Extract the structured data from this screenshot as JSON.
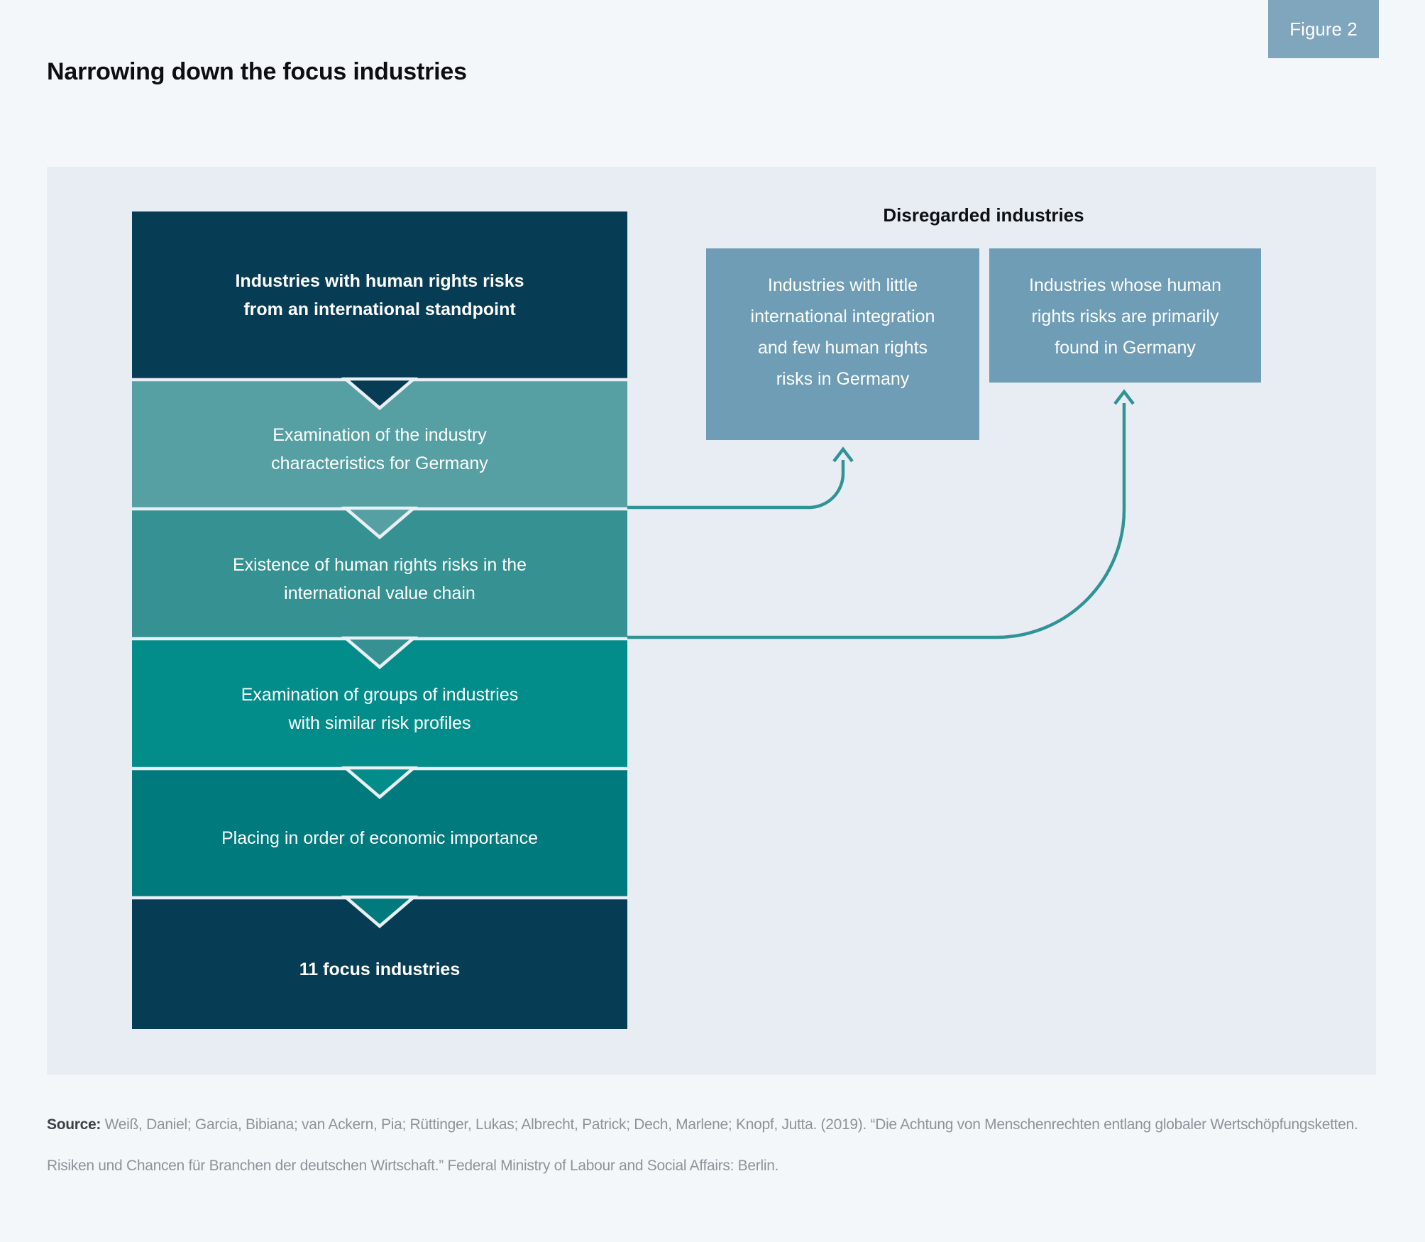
{
  "figure_label": "Figure 2",
  "title": "Narrowing down the focus industries",
  "funnel": {
    "steps": [
      {
        "text": "Industries with human rights risks\nfrom an international standpoint",
        "color": "#063d55",
        "bold": true
      },
      {
        "text": "Examination of the industry\ncharacteristics for Germany",
        "color": "#56a0a4",
        "bold": false
      },
      {
        "text": "Existence of human rights risks in the\ninternational value chain",
        "color": "#359192",
        "bold": false
      },
      {
        "text": "Examination of groups of industries\nwith similar risk profiles",
        "color": "#028c8a",
        "bold": false
      },
      {
        "text": "Placing in order of economic importance",
        "color": "#017a7d",
        "bold": false
      },
      {
        "text": "11 focus industries",
        "color": "#063d55",
        "bold": true
      }
    ]
  },
  "disregarded": {
    "heading": "Disregarded industries",
    "boxes": [
      {
        "text": "Industries with little\ninternational integration\nand few human rights\nrisks in Germany"
      },
      {
        "text": "Industries whose human\nrights risks are primarily\nfound in Germany"
      }
    ],
    "box_color": "#6e9db5"
  },
  "source": {
    "label": "Source:",
    "line1": " Weiß, Daniel; Garcia, Bibiana; van Ackern, Pia; Rüttinger, Lukas; Albrecht, Patrick; Dech, Marlene; Knopf, Jutta. (2019). “Die Achtung von Menschenrechten entlang globaler Wertschöpfungsketten.",
    "line2": "Risiken und Chancen für Branchen der deutschen Wirtschaft.” Federal Ministry of Labour and Social Affairs: Berlin."
  },
  "colors": {
    "page_background": "#f4f7fa",
    "panel_background": "#e8edf3",
    "navy": "#063d55",
    "step2_teal": "#56a0a4",
    "step3_teal": "#359192",
    "step4_teal": "#028c8a",
    "step5_teal": "#017a7d",
    "disregarded_box": "#6e9db5",
    "figure_badge": "#7fa6bc",
    "arrow": "#309396",
    "chevron_outline": "#e9eff5"
  }
}
